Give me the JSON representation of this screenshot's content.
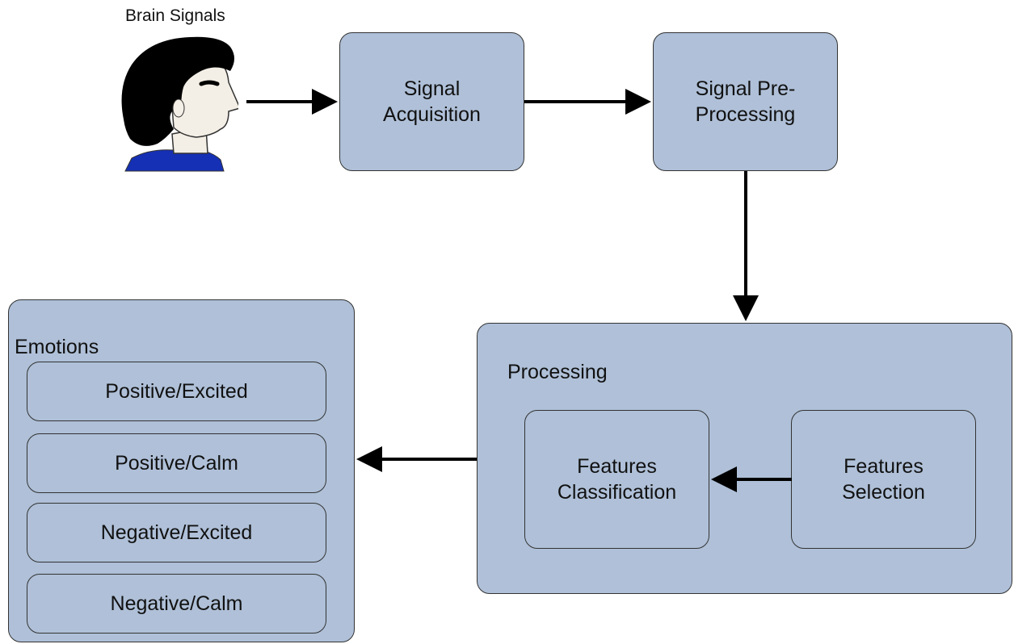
{
  "colors": {
    "box_fill": "#afc0d8",
    "border": "#333333",
    "arrow": "#000000",
    "hair": "#000000",
    "shirt": "#1530b4",
    "skin": "#f4efe6"
  },
  "person": {
    "caption": "Brain Signals",
    "icon": "person-head-icon"
  },
  "nodes": {
    "acquisition": "Signal\nAcquisition",
    "preprocessing": "Signal Pre-\nProcessing"
  },
  "processing": {
    "title": "Processing",
    "classification": "Features\nClassification",
    "selection": "Features\nSelection"
  },
  "emotions": {
    "title": "Emotions",
    "items": [
      "Positive/Excited",
      "Positive/Calm",
      "Negative/Excited",
      "Negative/Calm"
    ]
  }
}
